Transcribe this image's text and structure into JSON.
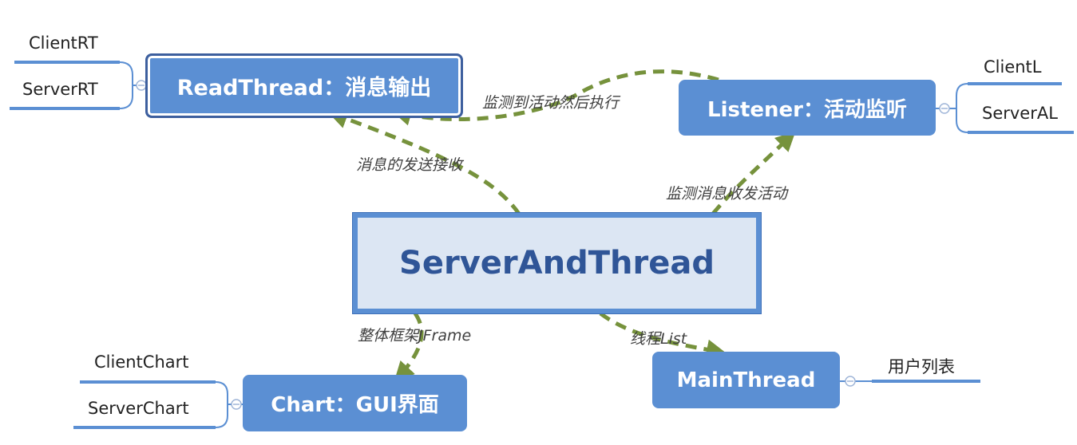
{
  "nodes": {
    "center": "ServerAndThread",
    "read_thread": "ReadThread：消息输出",
    "listener": "Listener：活动监听",
    "chart": "Chart：GUI界面",
    "main_thread": "MainThread"
  },
  "leaves": {
    "read_thread": [
      "ClientRT",
      "ServerRT"
    ],
    "listener": [
      "ClientL",
      "ServerAL"
    ],
    "chart": [
      "ClientChart",
      "ServerChart"
    ],
    "main_thread": [
      "用户列表"
    ]
  },
  "edges": {
    "center_to_read": "消息的发送接收",
    "listener_to_read": "监测到活动然后执行",
    "center_to_listener": "监测消息收发活动",
    "center_to_chart": "整体框架JFrame",
    "center_to_main": "线程List"
  },
  "colors": {
    "node_fill": "#5b8fd3",
    "center_fill": "#dce6f3",
    "center_text": "#2f5597",
    "arrow": "#76923c",
    "leaf_line": "#5b8fd3"
  }
}
